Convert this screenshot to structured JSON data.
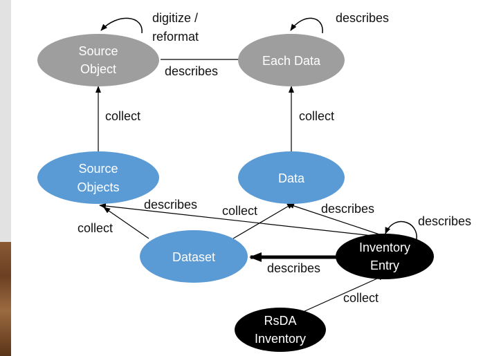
{
  "colors": {
    "gray_node": "#9e9e9e",
    "blue_node": "#5b9bd5",
    "black_node": "#000000",
    "edge": "#000000"
  },
  "nodes": {
    "source_object": [
      "Source",
      "Object"
    ],
    "each_data": [
      "Each Data"
    ],
    "source_objects": [
      "Source",
      "Objects"
    ],
    "data": [
      "Data"
    ],
    "dataset": [
      "Dataset"
    ],
    "inventory_entry": [
      "Inventory",
      "Entry"
    ],
    "rsda_inventory": [
      "RsDA",
      "Inventory"
    ]
  },
  "edge_labels": {
    "digitize_reformat": [
      "digitize /",
      "reformat"
    ],
    "describes_each_data_self": "describes",
    "describes_source_each": "describes",
    "collect_source": "collect",
    "collect_each": "collect",
    "describes_entry_sources": "describes",
    "collect_dataset_sources": "collect",
    "collect_dataset_data": "collect",
    "describes_entry_data": "describes",
    "describes_entry_self": "describes",
    "describes_entry_dataset": "describes",
    "collect_rsda_entry": "collect"
  }
}
